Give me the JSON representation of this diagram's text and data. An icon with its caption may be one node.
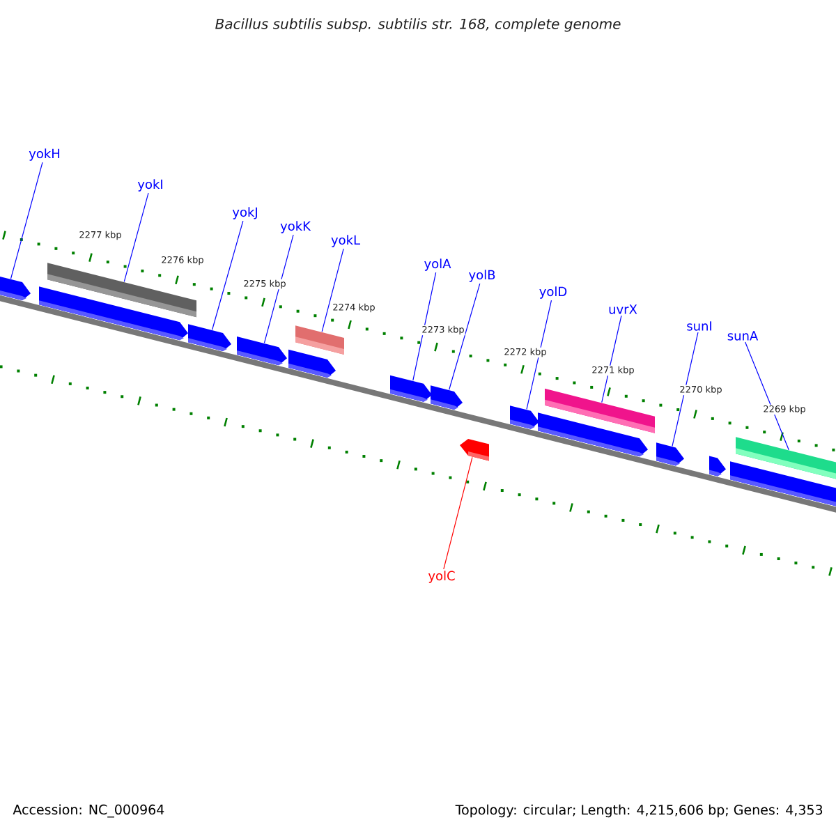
{
  "diagram": {
    "title": "Bacillus subtilis subsp. subtilis str. 168, complete genome",
    "nodes": [
      {
        "text": [
          "yokH"
        ]
      },
      {
        "text": [
          "yokI"
        ]
      },
      {
        "text": [
          "yokJ"
        ]
      },
      {
        "text": [
          "yokK"
        ]
      },
      {
        "text": [
          "yokL"
        ]
      },
      {
        "text": [
          "yolA"
        ]
      },
      {
        "text": [
          "yolB"
        ]
      },
      {
        "text": [
          "yolD"
        ]
      },
      {
        "text": [
          "uvrX"
        ]
      },
      {
        "text": [
          "sunI"
        ]
      },
      {
        "text": [
          "sunA"
        ]
      },
      {
        "text": [
          "yolC"
        ]
      },
      {
        "text": [],
        "shape": "pentagon"
      },
      {
        "text": [],
        "shape": "pentagon"
      },
      {
        "text": [],
        "shape": "bar"
      },
      {
        "text": [],
        "shape": "pentagon"
      },
      {
        "text": [],
        "shape": "pentagon"
      },
      {
        "text": [],
        "shape": "pentagon"
      },
      {
        "text": [],
        "shape": "bar"
      },
      {
        "text": [],
        "shape": "pentagon"
      },
      {
        "text": [],
        "shape": "pentagon"
      },
      {
        "text": [],
        "shape": "pentagon"
      },
      {
        "text": [],
        "shape": "pentagon"
      },
      {
        "text": [],
        "shape": "pentagon"
      },
      {
        "text": [],
        "shape": "bar"
      },
      {
        "text": [],
        "shape": "pentagon"
      },
      {
        "text": [],
        "shape": "pentagon"
      },
      {
        "text": [],
        "shape": "pentagon"
      },
      {
        "text": [],
        "shape": "bar"
      }
    ],
    "edges": [
      {
        "from": 0,
        "to": 12,
        "arrow": "none"
      },
      {
        "from": 1,
        "to": 14,
        "arrow": "none"
      },
      {
        "from": 2,
        "to": 15,
        "arrow": "none"
      },
      {
        "from": 3,
        "to": 16,
        "arrow": "none"
      },
      {
        "from": 4,
        "to": 18,
        "arrow": "none"
      },
      {
        "from": 5,
        "to": 19,
        "arrow": "none"
      },
      {
        "from": 6,
        "to": 20,
        "arrow": "none"
      },
      {
        "from": 7,
        "to": 22,
        "arrow": "none"
      },
      {
        "from": 8,
        "to": 24,
        "arrow": "none"
      },
      {
        "from": 9,
        "to": 25,
        "arrow": "none"
      },
      {
        "from": 10,
        "to": 28,
        "arrow": "none"
      },
      {
        "from": 11,
        "to": 21,
        "arrow": "none",
        "color": "#ff0000"
      }
    ],
    "labels": [
      "2277 kbp",
      "2276 kbp",
      "2275 kbp",
      "2274 kbp",
      "2273 kbp",
      "2272 kbp",
      "2271 kbp",
      "2270 kbp",
      "2269 kbp",
      "Accession: NC_000964",
      "Topology: circular; Length: 4,215,606 bp; Genes: 4,353"
    ]
  }
}
